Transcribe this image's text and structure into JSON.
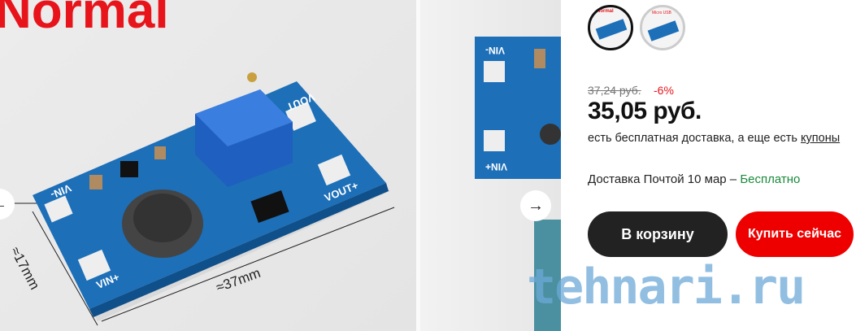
{
  "gallery": {
    "main_image": {
      "label": "Normal",
      "pcb_labels": [
        "VIN-",
        "VOUT",
        "VIN+",
        "VOUT+"
      ],
      "dim_width": "≈37mm",
      "dim_height": "≈17mm"
    },
    "side_image": {
      "pcb_labels": [
        "VIN-",
        "VIN+"
      ]
    },
    "next_icon": "→",
    "prev_icon": "←"
  },
  "product": {
    "thumbnails": [
      {
        "label": "Normal",
        "selected": true
      },
      {
        "label": "Micro USB",
        "selected": false
      }
    ],
    "old_price": "37,24 руб.",
    "discount": "-6%",
    "price": "35,05 руб.",
    "free_delivery_text": "есть бесплатная доставка, а еще есть ",
    "coupons_link": "купоны",
    "delivery_text": "Доставка Почтой 10 мар – ",
    "delivery_price": "Бесплатно",
    "add_to_cart": "В корзину",
    "buy_now": "Купить сейчас"
  },
  "watermark": "tehnari.ru"
}
